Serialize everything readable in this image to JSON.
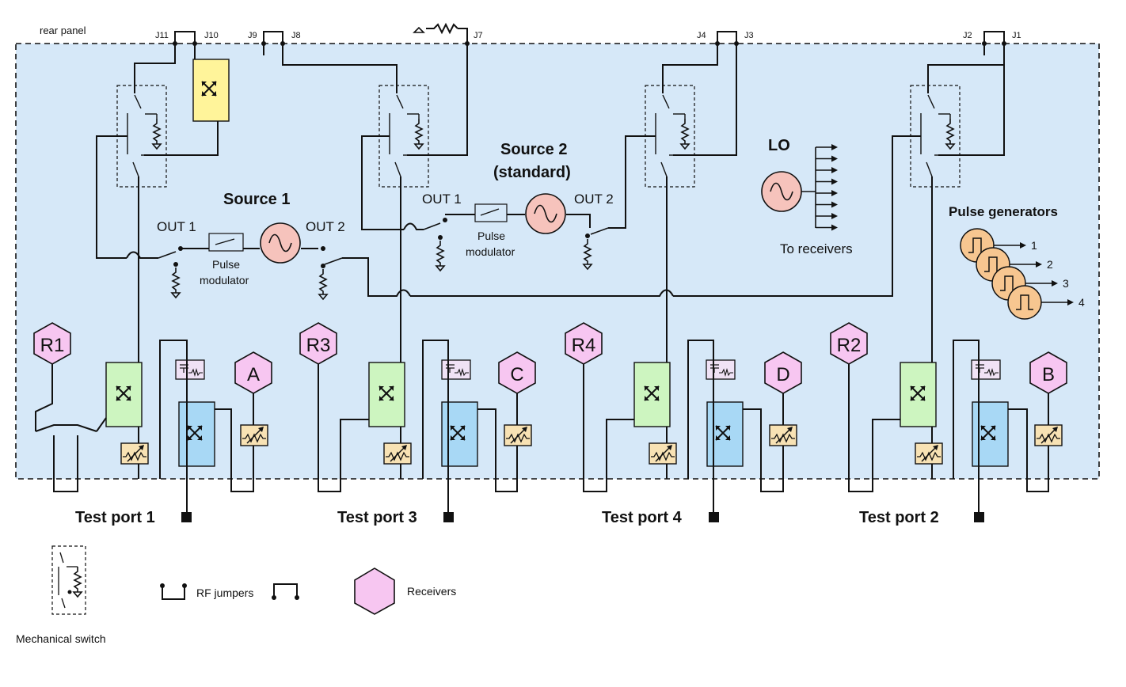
{
  "labels": {
    "rear_panel": "rear panel",
    "j11": "J11",
    "j10": "J10",
    "j9": "J9",
    "j8": "J8",
    "j7": "J7",
    "j4": "J4",
    "j3": "J3",
    "j2": "J2",
    "j1": "J1",
    "source1": "Source 1",
    "source2_line1": "Source 2",
    "source2_line2": "(standard)",
    "lo": "LO",
    "to_receivers": "To receivers",
    "pulse_generators": "Pulse generators",
    "out1": "OUT 1",
    "out2": "OUT 2",
    "pulse": "Pulse",
    "modulator": "modulator",
    "test_port_1": "Test port 1",
    "test_port_3": "Test port 3",
    "test_port_4": "Test port 4",
    "test_port_2": "Test port 2"
  },
  "receivers": {
    "r1": "R1",
    "r3": "R3",
    "r4": "R4",
    "r2": "R2",
    "a": "A",
    "c": "C",
    "d": "D",
    "b": "B"
  },
  "pulse_outputs": [
    "1",
    "2",
    "3",
    "4"
  ],
  "legend": {
    "mechanical_switch": "Mechanical switch",
    "rf_jumpers": "RF jumpers",
    "receivers": "Receivers"
  },
  "colors": {
    "panel_fill": "#d6e8f8",
    "receiver_fill": "#f7c6f1",
    "source_fill": "#f6c3bc",
    "pulse_gen_fill": "#f7c690",
    "yellow_coupler": "#fff49a",
    "green_coupler": "#cdf5c0",
    "blue_coupler": "#a8d8f5",
    "attenuator": "#f8e2b4",
    "pulse_box": "#f0e2f5"
  }
}
